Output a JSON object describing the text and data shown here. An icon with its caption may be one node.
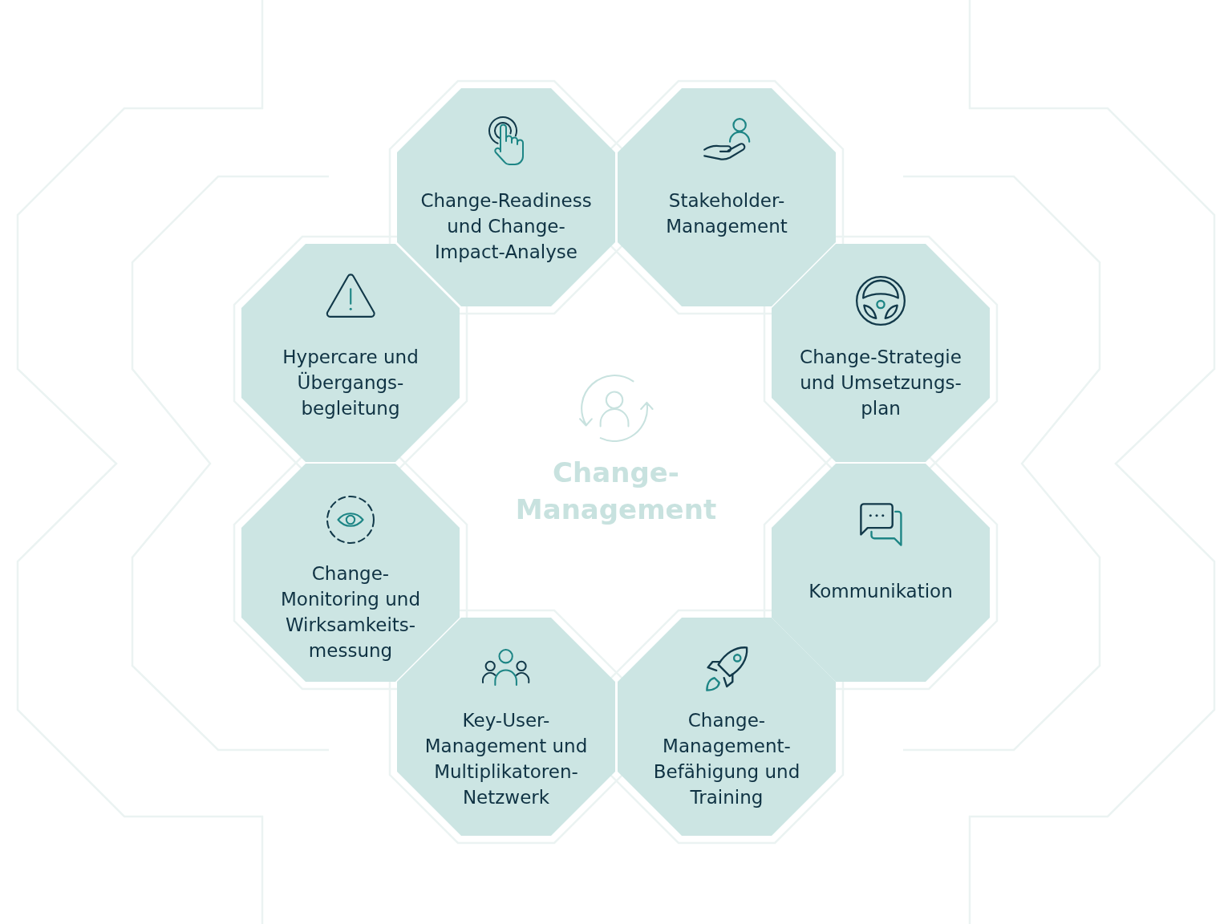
{
  "diagram": {
    "title": "Change-Management",
    "nodes": [
      {
        "text": [
          "Change-Readiness und Change-Impact-Analyse"
        ]
      },
      {
        "text": [
          "Stakeholder-Management"
        ]
      },
      {
        "text": [
          "Change-Strategie und Umsetzungs-plan"
        ]
      },
      {
        "text": [
          "Kommunikation"
        ]
      },
      {
        "text": [
          "Change-Management-Befähigung und Training"
        ]
      },
      {
        "text": [
          "Key-User-Management und Multiplikatoren-Netzwerk"
        ]
      },
      {
        "text": [
          "Change-Monitoring und Wirksamkeits-messung"
        ]
      },
      {
        "text": [
          "Hypercare und Übergangs-begleitung"
        ]
      }
    ]
  }
}
